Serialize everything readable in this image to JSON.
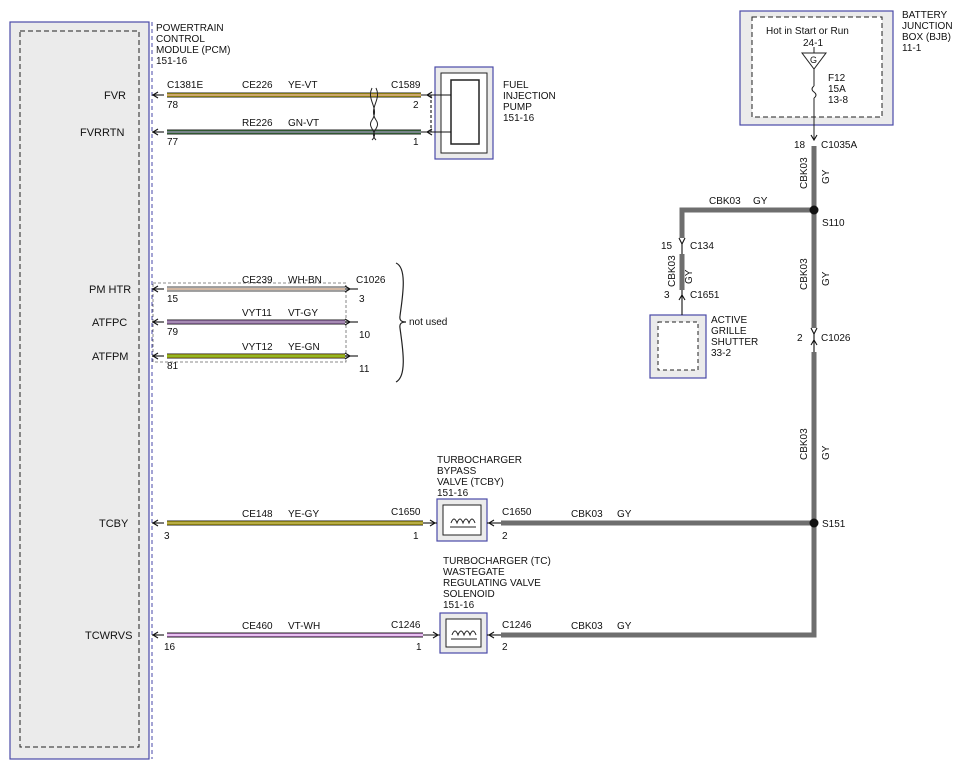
{
  "pcm": {
    "title_lines": [
      "POWERTRAIN",
      "CONTROL",
      "MODULE (PCM)",
      "151-16"
    ]
  },
  "fuel_pump": {
    "title_lines": [
      "FUEL",
      "INJECTION",
      "PUMP",
      "151-16"
    ]
  },
  "bjb": {
    "title_lines": [
      "BATTERY",
      "JUNCTION",
      "BOX (BJB)",
      "11-1"
    ],
    "hot_label": "Hot in Start or Run",
    "pin": "24-1",
    "symbol": "G",
    "fuse_lines": [
      "F12",
      "15A",
      "13-8"
    ]
  },
  "shutter": {
    "title_lines": [
      "ACTIVE",
      "GRILLE",
      "SHUTTER",
      "33-2"
    ]
  },
  "tcby": {
    "title_lines": [
      "TURBOCHARGER",
      "BYPASS",
      "VALVE (TCBY)",
      "151-16"
    ]
  },
  "tcwrvs": {
    "title_lines": [
      "TURBOCHARGER (TC)",
      "WASTEGATE",
      "REGULATING VALVE",
      "SOLENOID",
      "151-16"
    ]
  },
  "signals": {
    "fvr": "FVR",
    "fvrrtn": "FVRRTN",
    "pmhtr": "PM HTR",
    "atfpc": "ATFPC",
    "atfpm": "ATFPM",
    "tcby": "TCBY",
    "tcwrvs": "TCWRVS"
  },
  "connectors": {
    "c1381e": "C1381E",
    "c1589": "C1589",
    "c1026": "C1026",
    "c1650": "C1650",
    "c1246": "C1246",
    "c1035a": "C1035A",
    "c134": "C134",
    "c1651": "C1651",
    "s110": "S110",
    "s151": "S151"
  },
  "pins": {
    "p78": "78",
    "p77": "77",
    "p2": "2",
    "p1": "1",
    "p15": "15",
    "p3": "3",
    "p79": "79",
    "p10": "10",
    "p81": "81",
    "p11": "11",
    "p16": "16",
    "p18": "18"
  },
  "circuits": {
    "ce226": "CE226",
    "re226": "RE226",
    "ce239": "CE239",
    "vyt11": "VYT11",
    "vyt12": "VYT12",
    "ce148": "CE148",
    "ce460": "CE460",
    "cbk03": "CBK03"
  },
  "colors": {
    "ye_vt": "YE-VT",
    "gn_vt": "GN-VT",
    "wh_bn": "WH-BN",
    "vt_gy": "VT-GY",
    "ye_gn": "YE-GN",
    "ye_gy": "YE-GY",
    "vt_wh": "VT-WH",
    "gy": "GY"
  },
  "not_used": "not used",
  "wire_colors": {
    "yellow": "#e8d200",
    "violet": "#b27ad6",
    "green": "#3f8f3f",
    "white": "#f4f4f4",
    "brown": "#b07a50",
    "gray": "#6e6e6e",
    "pink": "#dd88ee",
    "box_border": "#4a4aa8"
  }
}
